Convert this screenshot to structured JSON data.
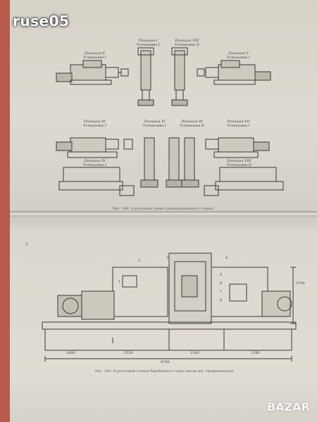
{
  "watermark": "ruse05",
  "brand": "BAZAR",
  "page_number": "2",
  "captions": {
    "top": "Рис. 168. Агрегатная схема трехпозиционного станка",
    "bottom": "Рис. 169. Агрегатный станок барабанного типа завода им. Орджоникидзе"
  },
  "positions": [
    {
      "pos": "Позиция II",
      "inst": "Установка I"
    },
    {
      "pos": "Позиция I",
      "inst": "Установка I"
    },
    {
      "pos": "Позиция VIII",
      "inst": "Установка II"
    },
    {
      "pos": "Позиция V",
      "inst": "Установка I"
    },
    {
      "pos": "Позиция III",
      "inst": "Установка I"
    },
    {
      "pos": "Позиция VI",
      "inst": "Установка I"
    },
    {
      "pos": "Позиция IX",
      "inst": "Установка II"
    },
    {
      "pos": "Позиция VII",
      "inst": "Установка I"
    },
    {
      "pos": "Позиция IV",
      "inst": "Установка I"
    },
    {
      "pos": "Позиция VIII",
      "inst": "Установка II"
    }
  ],
  "dimensions": [
    "2400",
    "4700",
    "2530",
    "2200",
    "1380",
    "1700"
  ],
  "callouts": [
    "1",
    "2",
    "3",
    "4",
    "5",
    "6",
    "7",
    "8"
  ]
}
